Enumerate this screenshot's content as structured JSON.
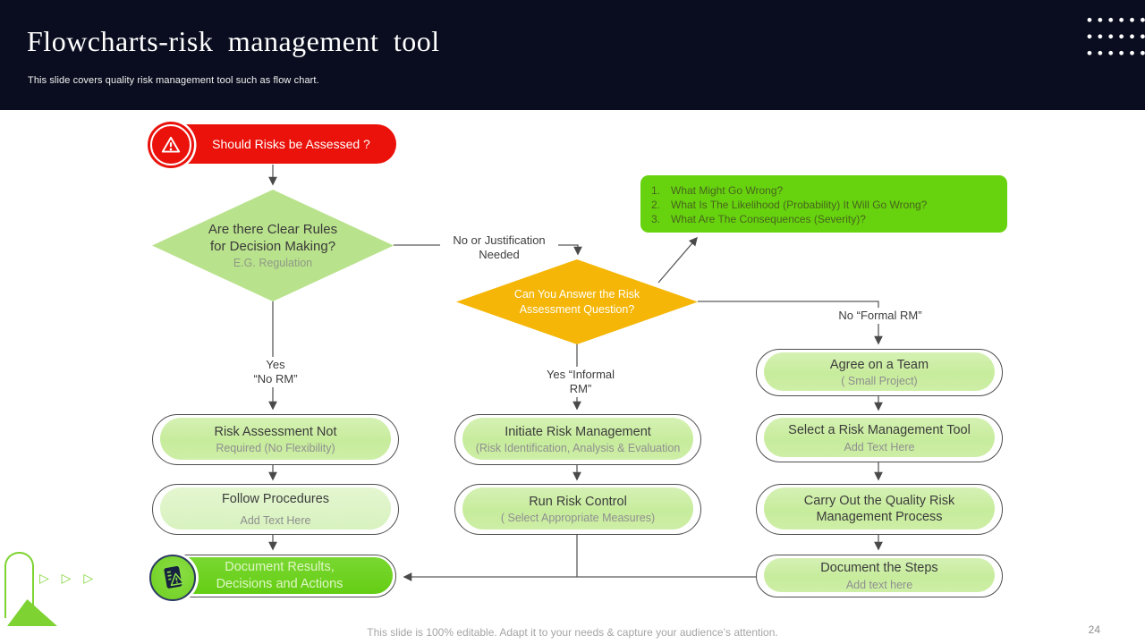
{
  "header": {
    "title": "Flowcharts-risk management tool",
    "subtitle": "This slide covers quality risk management tool such as flow chart."
  },
  "flow": {
    "banner": "Should Risks be Assessed ?",
    "diamond_rules": {
      "line1": "Are there Clear Rules",
      "line2": "for Decision Making?",
      "note": "E.G. Regulation"
    },
    "question_box": {
      "items": [
        {
          "num": "1.",
          "text": "What Might Go Wrong?"
        },
        {
          "num": "2.",
          "text": "What Is The Likelihood (Probability) It Will Go Wrong?"
        },
        {
          "num": "3.",
          "text": "What Are The Consequences (Severity)?"
        }
      ]
    },
    "diamond_answer": {
      "line1": "Can You Answer the Risk",
      "line2": "Assessment Question?"
    },
    "labels": {
      "no_justification_1": "No or Justification",
      "no_justification_2": "Needed",
      "yes_no_rm_1": "Yes",
      "yes_no_rm_2": "“No RM”",
      "yes_informal_1": "Yes “Informal",
      "yes_informal_2": "RM”",
      "no_formal": "No “Formal RM”"
    },
    "boxes": {
      "risk_assessment": {
        "title": "Risk Assessment Not",
        "subtitle": "Required (No Flexibility)"
      },
      "follow": {
        "title": "Follow Procedures",
        "subtitle": "Add Text Here"
      },
      "document_results": {
        "title": "Document Results,",
        "subtitle": "Decisions and Actions"
      },
      "initiate": {
        "title": "Initiate Risk Management",
        "subtitle": "(Risk Identification,  Analysis & Evaluation"
      },
      "run_control": {
        "title": "Run Risk Control",
        "subtitle": "( Select Appropriate  Measures)"
      },
      "agree": {
        "title": "Agree on a Team",
        "subtitle": "( Small Project)"
      },
      "select_tool": {
        "title": "Select a Risk Management Tool",
        "subtitle": "Add Text Here"
      },
      "carry_out": {
        "title": "Carry Out the Quality Risk",
        "subtitle": "Management Process"
      },
      "document_steps": {
        "title": "Document the Steps",
        "subtitle": "Add text here"
      }
    }
  },
  "footer": {
    "note": "This slide is 100% editable. Adapt it to your needs & capture your audience’s attention.",
    "page": "24"
  },
  "icons": {
    "play_triangles": "▷ ▷ ▷"
  },
  "colors": {
    "header_bg": "#0a0d1f",
    "accent_red": "#ea120b",
    "accent_green": "#67d30f",
    "light_green_fill": "#c7ec9c",
    "diamond_green": "#b9e28c",
    "amber": "#f5b607",
    "outline_gray": "#4e4e4e"
  }
}
